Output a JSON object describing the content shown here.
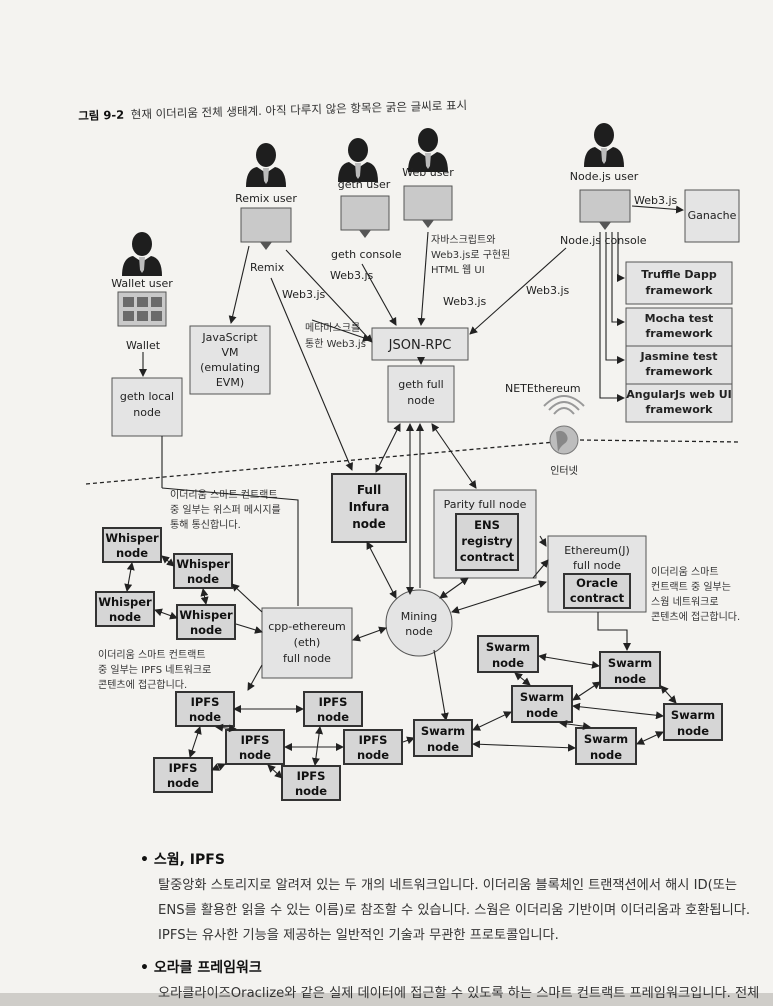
{
  "caption": {
    "figure_label": "그림 9-2",
    "text": "현재 이더리움 전체 생태계. 아직 다루지 않은 항목은 굵은 글씨로 표시"
  },
  "diagram": {
    "users": {
      "remix": "Remix user",
      "geth": "geth user",
      "web": "Web user",
      "node": "Node.js user",
      "wallet": "Wallet user"
    },
    "labels": {
      "wallet": "Wallet",
      "remix": "Remix",
      "geth_console": "geth console",
      "web3js_remix": "Web3.js",
      "web3js_geth": "Web3.js",
      "web3js_web": "Web3.js",
      "web3js_node": "Web3.js",
      "web3js_ganache": "Web3.js",
      "web_note": [
        "자바스크립트와",
        "Web3.js로 구현된",
        "HTML 웹 UI"
      ],
      "metamask_note": [
        "메타마스크를",
        "통한 Web3.js"
      ],
      "nodejs_console": "Node.js console",
      "netethereum": "NETEthereum",
      "internet": "인터넷",
      "whisper_note": [
        "이더리움 스마트 컨트랙트",
        "중 일부는 위스퍼 메시지를",
        "통해 통신합니다."
      ],
      "ipfs_note": [
        "이더리움 스마트 컨트랙트",
        "중 일부는 IPFS 네트워크로",
        "콘텐츠에 접근합니다."
      ],
      "swarm_note": [
        "이더리움 스마트",
        "컨트랙트 중 일부는",
        "스웜 네트워크로",
        "콘텐츠에 접근합니다."
      ]
    },
    "boxes": {
      "ganache": "Ganache",
      "truffle": [
        "Truffle Dapp",
        "framework"
      ],
      "mocha": [
        "Mocha test",
        "framework"
      ],
      "jasmine": [
        "Jasmine test",
        "framework"
      ],
      "angular": [
        "AngularJs web UI",
        "framework"
      ],
      "jsvm": [
        "JavaScript",
        "VM",
        "(emulating",
        "EVM)"
      ],
      "jsonrpc": "JSON-RPC",
      "geth_local": [
        "geth local",
        "node"
      ],
      "geth_full": [
        "geth full",
        "node"
      ],
      "infura": [
        "Full",
        "Infura",
        "node"
      ],
      "parity": "Parity full node",
      "ens": [
        "ENS",
        "registry",
        "contract"
      ],
      "ethereumj": [
        "Ethereum(J)",
        "full node"
      ],
      "oracle": [
        "Oracle",
        "contract"
      ],
      "cpp": [
        "cpp-ethereum",
        "(eth)",
        "full node"
      ],
      "mining": [
        "Mining",
        "node"
      ],
      "whisper": [
        "Whisper",
        "node"
      ],
      "ipfs": [
        "IPFS",
        "node"
      ],
      "swarm": [
        "Swarm",
        "node"
      ]
    }
  },
  "body": {
    "swarm_title": "스웜, IPFS",
    "swarm_lines": [
      "탈중앙화 스토리지로 알려져 있는 두 개의 네트워크입니다. 이더리움 블록체인 트랜잭션에서 해시 ID(또는",
      "ENS를 활용한 읽을 수 있는 이름)로 참조할 수 있습니다. 스웜은 이더리움 기반이며 이더리움과 호환됩니다.",
      "IPFS는 유사한 기능을 제공하는 일반적인 기술과 무관한 프로토콜입니다."
    ],
    "oracle_title": "오라클 프레임워크",
    "oracle_line": "오라클라이즈Oraclize와 같은 실제 데이터에 접근할 수 있도록 하는 스마트 컨트랙트 프레임워크입니다. 전체"
  }
}
